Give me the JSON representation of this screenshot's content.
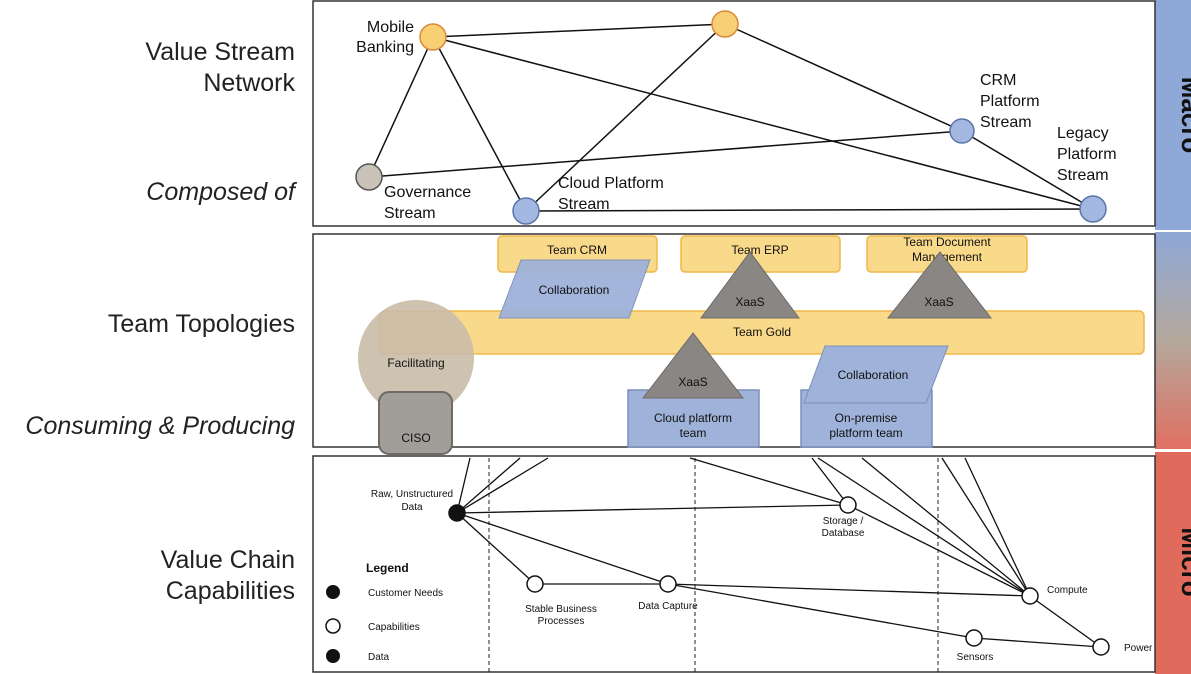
{
  "left_labels": {
    "value_stream_network": [
      "Value Stream",
      "Network"
    ],
    "composed_of": "Composed of",
    "team_topologies": "Team Topologies",
    "consuming_producing": "Consuming & Producing",
    "value_chain_capabilities": [
      "Value Chain",
      "Capabilities"
    ]
  },
  "side_bars": {
    "macro": "Macro",
    "micro": "Micro",
    "colors": {
      "macro": "#8ea8d8",
      "micro": "#e06a5c"
    }
  },
  "network": {
    "nodes": {
      "mobile_banking": [
        "Mobile",
        "Banking"
      ],
      "crm_platform": [
        "CRM",
        "Platform",
        "Stream"
      ],
      "legacy_platform": [
        "Legacy",
        "Platform",
        "Stream"
      ],
      "governance": [
        "Governance",
        "Stream"
      ],
      "cloud_platform": [
        "Cloud Platform",
        "Stream"
      ]
    },
    "colors": {
      "orange": "#f8cf72",
      "blue": "#a2b8e0",
      "gray": "#c8c2b8"
    }
  },
  "topologies": {
    "team_crm": "Team CRM",
    "team_erp": "Team ERP",
    "team_document": [
      "Team Document",
      "Management"
    ],
    "team_gold": "Team Gold",
    "collaboration_1": "Collaboration",
    "collaboration_2": "Collaboration",
    "xaas_erp": "XaaS",
    "xaas_document": "XaaS",
    "xaas_cloud": "XaaS",
    "facilitating": "Facilitating",
    "ciso": "CISO",
    "cloud_platform_team": [
      "Cloud platform",
      "team"
    ],
    "onprem_platform_team": [
      "On-premise",
      "platform team"
    ]
  },
  "value_chain": {
    "raw_data": [
      "Raw, Unstructured",
      "Data"
    ],
    "storage": [
      "Storage /",
      "Database"
    ],
    "stable_processes": [
      "Stable Business",
      "Processes"
    ],
    "data_capture": "Data Capture",
    "compute": "Compute",
    "sensors": "Sensors",
    "power": "Power",
    "legend": {
      "title": "Legend",
      "customer_needs": "Customer Needs",
      "capabilities": "Capabilities",
      "data": "Data"
    }
  }
}
